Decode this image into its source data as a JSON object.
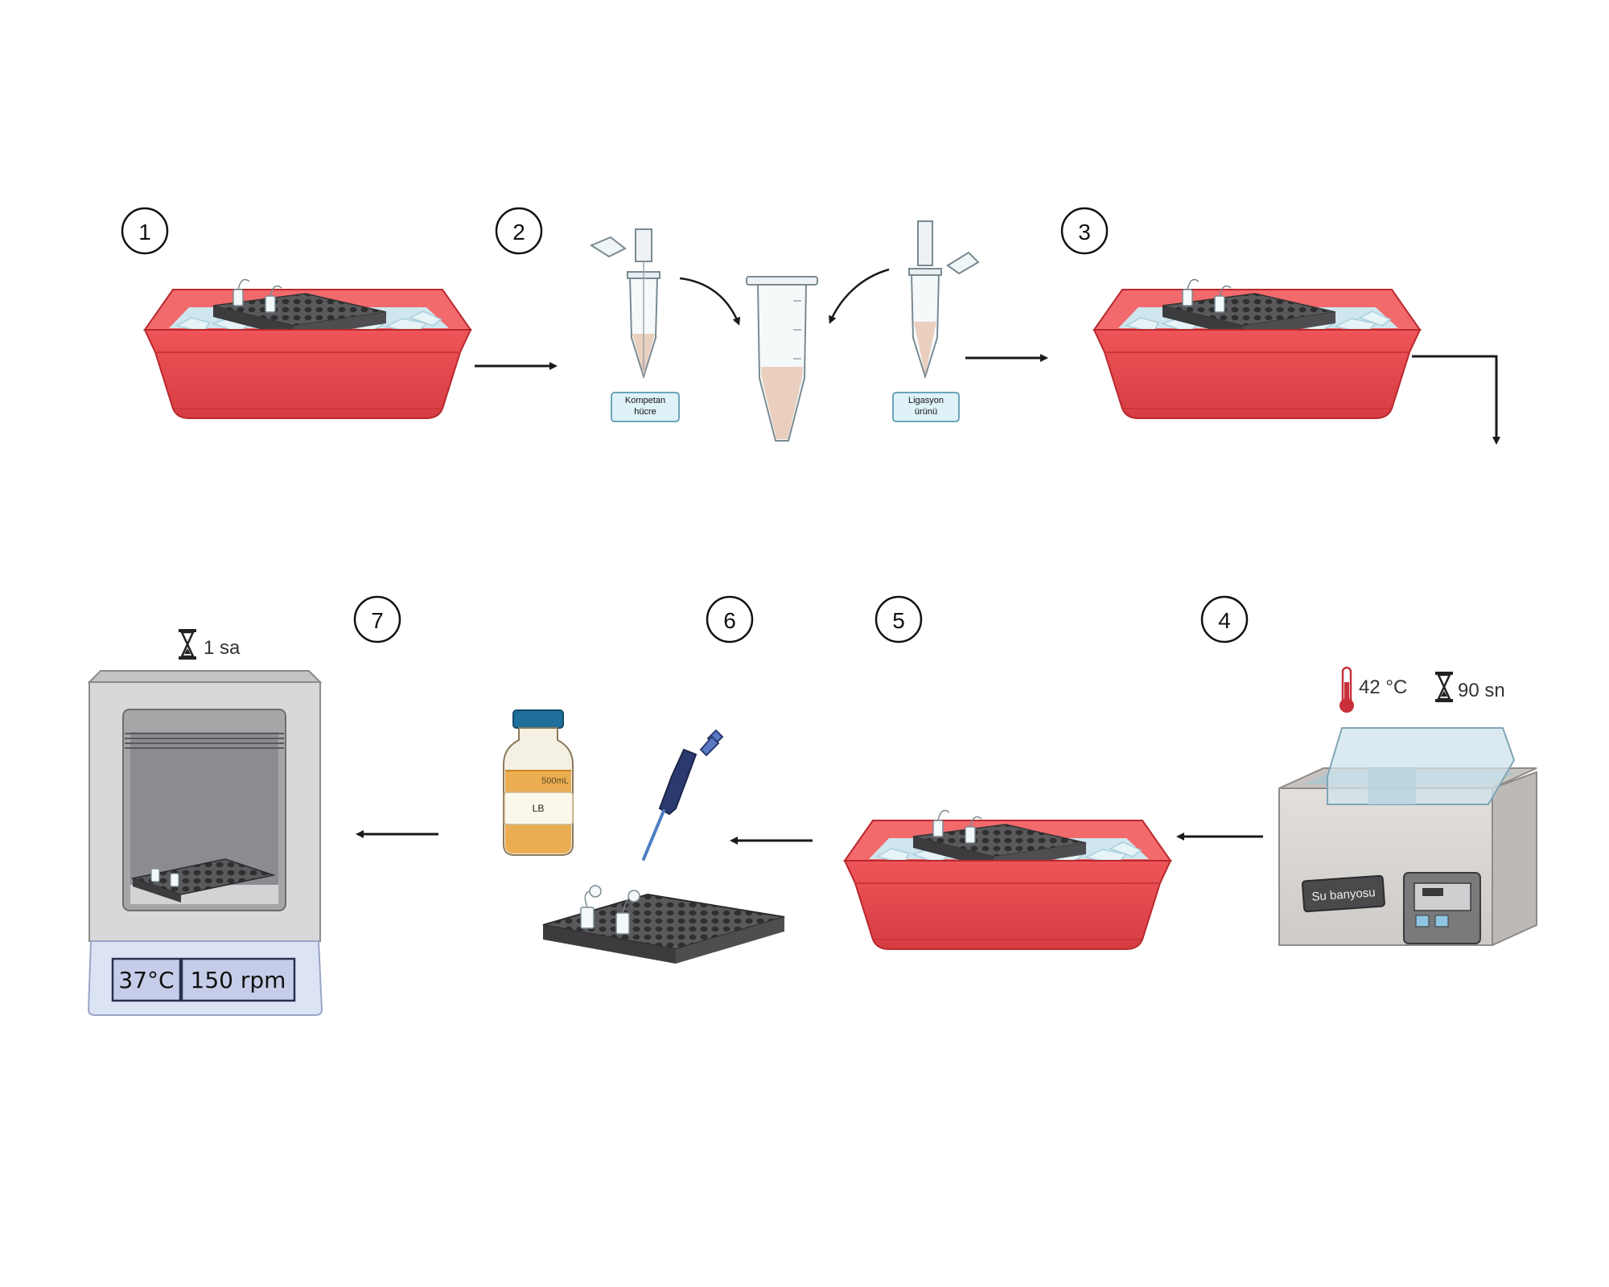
{
  "colors": {
    "tray_red": "#e8474b",
    "tray_red_dark": "#c9363a",
    "rack_grey": "#4a4a4c",
    "ice_blue": "#cfe6ee",
    "arrow": "#1a1a1a",
    "label_fill": "#dff2f8",
    "label_stroke": "#3d8ba3",
    "incubator_grey": "#d8d8da",
    "incubator_base": "#dbe3f5",
    "bottle_liquid": "#e9a540",
    "bottle_cap": "#1f6f9a",
    "pipette": "#2a3a6e",
    "thermometer_red": "#c8303a"
  },
  "steps": {
    "s1": "1",
    "s2": "2",
    "s3": "3",
    "s4": "4",
    "s5": "5",
    "s6": "6",
    "s7": "7"
  },
  "labels": {
    "competent_cell_line1": "Kompetan",
    "competent_cell_line2": "hücre",
    "ligation_product_line1": "Ligasyon",
    "ligation_product_line2": "ürünü",
    "water_bath": "Su banyosu",
    "bottle_volume": "500mL",
    "bottle_label": "LB"
  },
  "conditions": {
    "heat_temp": "42 °C",
    "heat_time": "90 sn",
    "incubation_time": "1 sa",
    "incubator_temp": "37°C",
    "incubator_speed": "150 rpm"
  },
  "icons": {
    "hourglass": "hourglass-icon",
    "thermometer": "thermometer-icon"
  }
}
